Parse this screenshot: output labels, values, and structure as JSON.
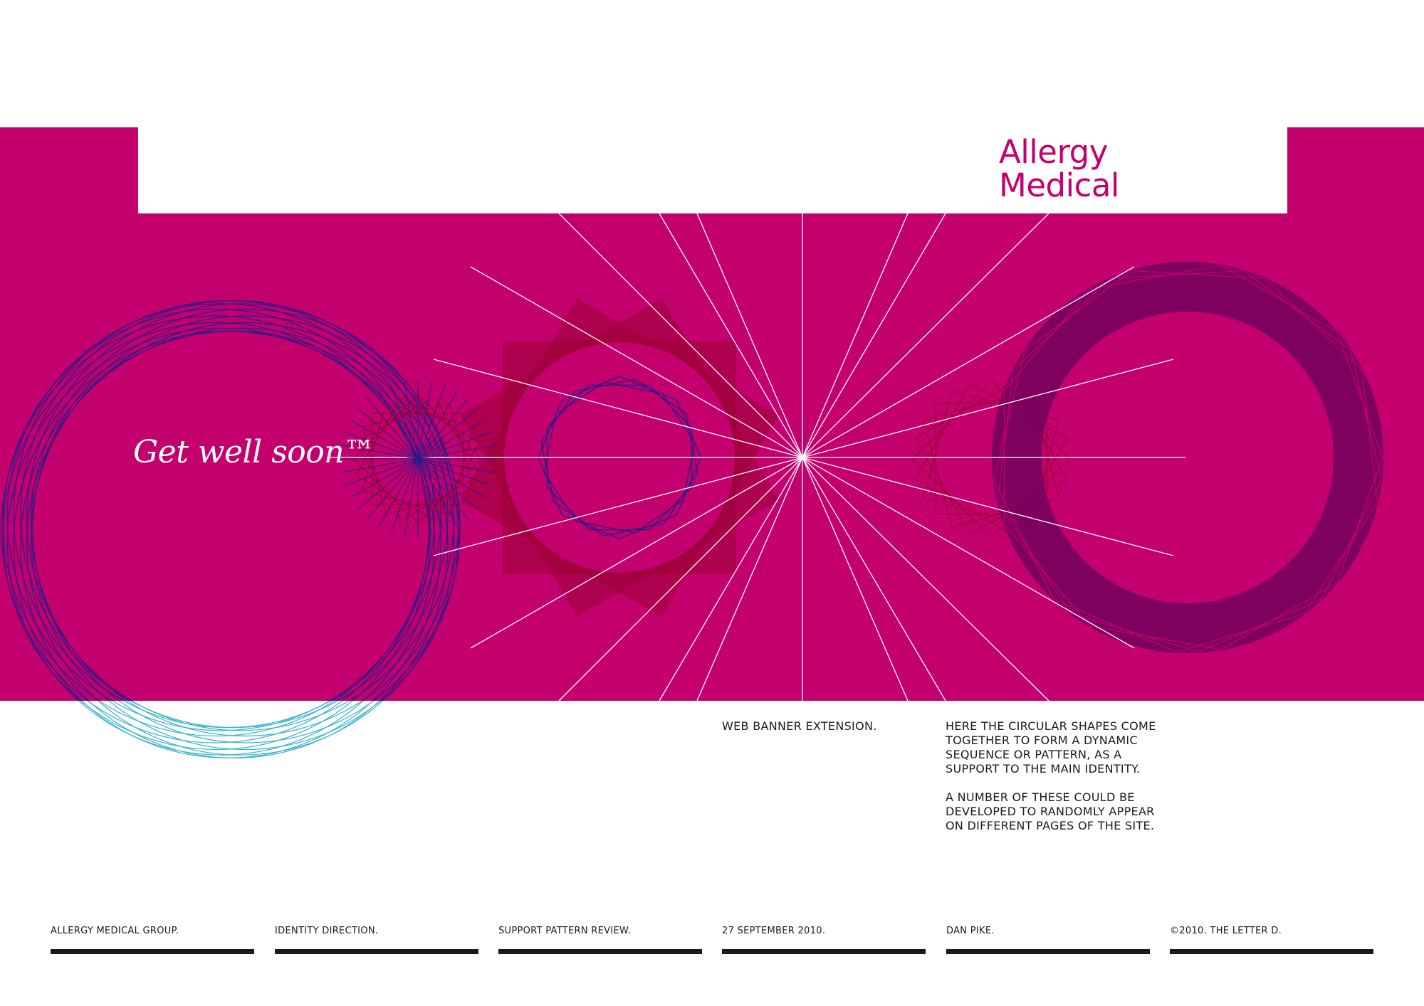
{
  "brand": {
    "line1": "Allergy",
    "line2": "Medical",
    "color": "#c4006e"
  },
  "banner": {
    "tagline": "Get well soon™",
    "background_color": "#c4006e"
  },
  "captions": {
    "title": "WEB BANNER EXTENSION.",
    "body": [
      "HERE THE CIRCULAR SHAPES COME TOGETHER TO FORM A DYNAMIC SEQUENCE OR PATTERN, AS A SUPPORT TO THE MAIN IDENTITY.",
      "A NUMBER OF THESE COULD BE DEVELOPED TO RANDOMLY APPEAR ON DIFFERENT PAGES OF THE SITE."
    ]
  },
  "footer": {
    "items": [
      "ALLERGY MEDICAL GROUP.",
      "IDENTITY DIRECTION.",
      "SUPPORT PATTERN REVIEW.",
      "27 SEPTEMBER 2010.",
      "DAN PIKE.",
      "©2010. THE LETTER D."
    ]
  },
  "colors": {
    "navy_lines": "#2d1a86",
    "cyan_lines": "#3ab3c9",
    "dark_red": "#9a0035",
    "purple_ring": "#7a005e",
    "white": "#ffffff"
  }
}
